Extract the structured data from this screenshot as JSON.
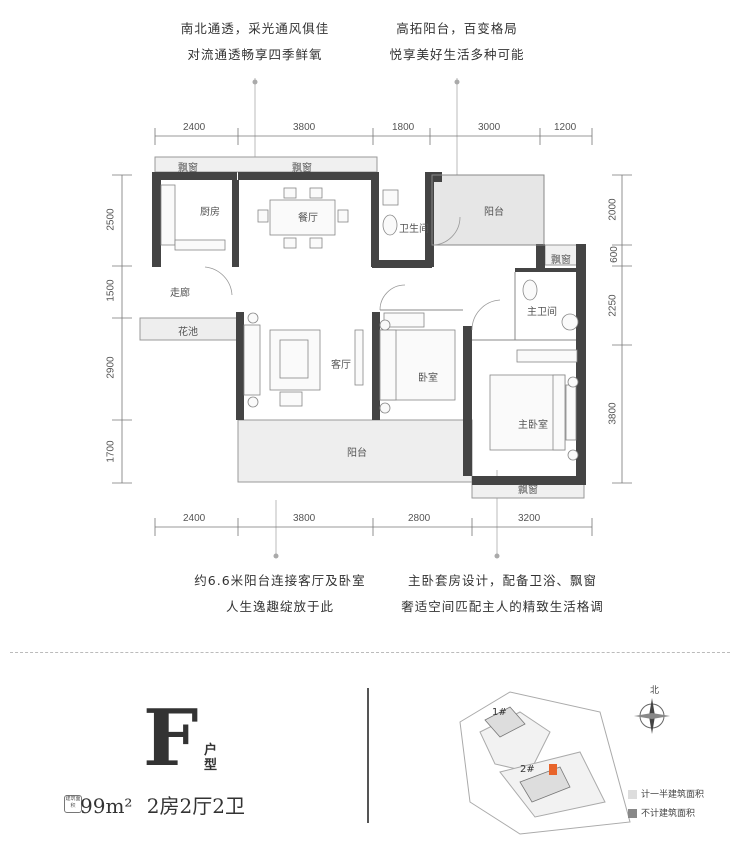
{
  "callouts": {
    "top_left_1": "南北通透，采光通风俱佳",
    "top_left_2": "对流通透畅享四季鲜氧",
    "top_right_1": "高拓阳台，百变格局",
    "top_right_2": "悦享美好生活多种可能",
    "bottom_left_1": "约6.6米阳台连接客厅及卧室",
    "bottom_left_2": "人生逸趣绽放于此",
    "bottom_right_1": "主卧套房设计，配备卫浴、飘窗",
    "bottom_right_2": "奢适空间匹配主人的精致生活格调"
  },
  "dimensions": {
    "top": [
      "2400",
      "3800",
      "1800",
      "3000",
      "1200"
    ],
    "bottom": [
      "2400",
      "3800",
      "2800",
      "3200"
    ],
    "left": [
      "2500",
      "1500",
      "2900",
      "1700"
    ],
    "right": [
      "2000",
      "600",
      "2250",
      "3800"
    ]
  },
  "rooms": {
    "bay_window_1": "飘窗",
    "bay_window_2": "飘窗",
    "bay_window_3": "飘窗",
    "bay_window_4": "飘窗",
    "kitchen": "厨房",
    "dining": "餐厅",
    "bathroom": "卫生间",
    "balcony_top": "阳台",
    "corridor": "走廊",
    "flower_bed": "花池",
    "living": "客厅",
    "bedroom": "卧室",
    "master_bath": "主卫间",
    "master_bedroom": "主卧室",
    "balcony_bottom": "阳台"
  },
  "unit": {
    "letter": "F",
    "type_label": "户型",
    "area_badge": "建筑面积",
    "area": "99m²",
    "layout": "2房2厅2卫"
  },
  "siteplan": {
    "north": "北",
    "building_1": "1#",
    "building_2": "2#",
    "legend_half": "计一半建筑面积",
    "legend_none": "不计建筑面积",
    "color_half": "#dddddd",
    "color_none": "#888888",
    "highlight": "#e8642a"
  }
}
